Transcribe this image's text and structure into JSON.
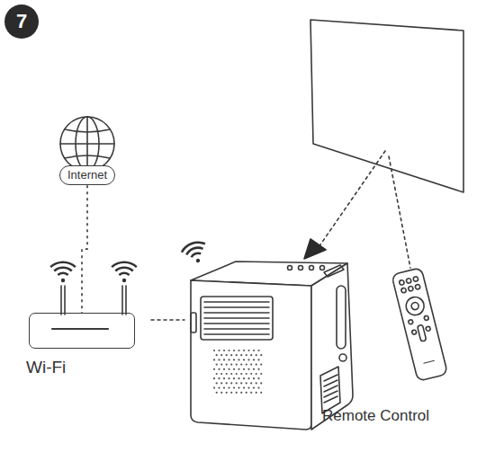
{
  "diagram": {
    "nodes": [
      {
        "text": [
          "Internet"
        ]
      },
      {
        "text": [
          "Wi-Fi"
        ]
      },
      {
        "text": [
          "Remote Control"
        ]
      }
    ],
    "edges": [
      {
        "from": 0,
        "to": 1,
        "arrow": "none"
      }
    ],
    "labels": [
      "7"
    ]
  }
}
